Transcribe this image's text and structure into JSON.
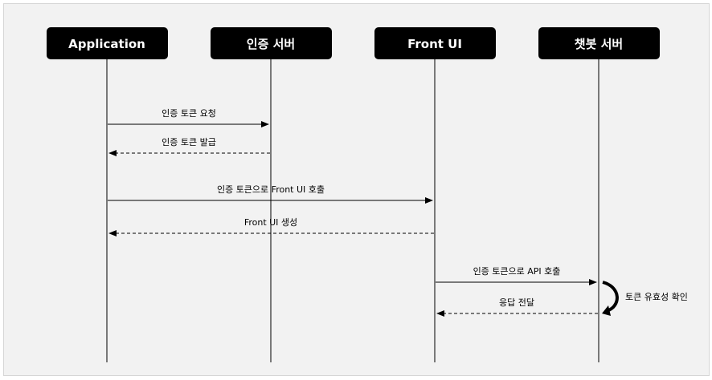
{
  "actors": [
    {
      "id": "app",
      "label": "Application"
    },
    {
      "id": "auth",
      "label": "인증 서버"
    },
    {
      "id": "front",
      "label": "Front UI"
    },
    {
      "id": "bot",
      "label": "챗봇 서버"
    }
  ],
  "messages": [
    {
      "from": "app",
      "to": "auth",
      "label": "인증 토큰 요청",
      "style": "solid"
    },
    {
      "from": "auth",
      "to": "app",
      "label": "인증 토큰 발급",
      "style": "dashed"
    },
    {
      "from": "app",
      "to": "front",
      "label": "인증 토큰으로 Front UI 호출",
      "style": "solid"
    },
    {
      "from": "front",
      "to": "app",
      "label": "Front UI 생성",
      "style": "dashed"
    },
    {
      "from": "front",
      "to": "bot",
      "label": "인증 토큰으로 API 호출",
      "style": "solid"
    },
    {
      "from": "bot",
      "to": "front",
      "label": "응답 전달",
      "style": "dashed"
    }
  ],
  "self_note": {
    "actor": "bot",
    "label": "토큰 유효성 확인"
  }
}
